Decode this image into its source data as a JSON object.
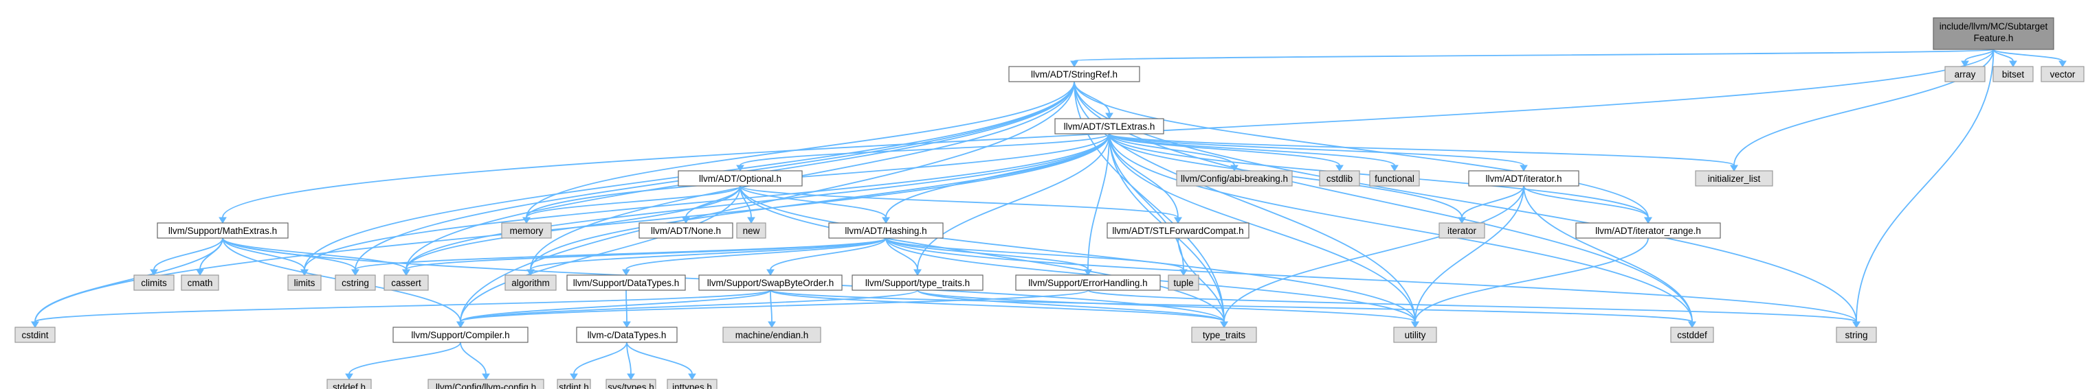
{
  "graph": {
    "title": "include/llvm/MC/SubtargetFeature.h",
    "colors": {
      "edge": "#63b8ff",
      "root_fill": "#999999",
      "header_fill": "#ffffff",
      "header_border": "#666666",
      "system_fill": "#e0e0e0",
      "system_border": "#999999"
    },
    "nodes": [
      {
        "id": "root",
        "label": [
          "include/llvm/MC/Subtarget",
          "Feature.h"
        ],
        "kind": "root"
      },
      {
        "id": "array",
        "label": [
          "array"
        ],
        "kind": "system"
      },
      {
        "id": "bitset",
        "label": [
          "bitset"
        ],
        "kind": "system"
      },
      {
        "id": "vector",
        "label": [
          "vector"
        ],
        "kind": "system"
      },
      {
        "id": "stringref",
        "label": [
          "llvm/ADT/StringRef.h"
        ],
        "kind": "header"
      },
      {
        "id": "stlextras",
        "label": [
          "llvm/ADT/STLExtras.h"
        ],
        "kind": "header"
      },
      {
        "id": "initlist",
        "label": [
          "initializer_list"
        ],
        "kind": "system"
      },
      {
        "id": "optional",
        "label": [
          "llvm/ADT/Optional.h"
        ],
        "kind": "header"
      },
      {
        "id": "abibreaking",
        "label": [
          "llvm/Config/abi-breaking.h"
        ],
        "kind": "system"
      },
      {
        "id": "cstdlib",
        "label": [
          "cstdlib"
        ],
        "kind": "system"
      },
      {
        "id": "functional",
        "label": [
          "functional"
        ],
        "kind": "system"
      },
      {
        "id": "iteratorh",
        "label": [
          "llvm/ADT/iterator.h"
        ],
        "kind": "header"
      },
      {
        "id": "mathextras",
        "label": [
          "llvm/Support/MathExtras.h"
        ],
        "kind": "header"
      },
      {
        "id": "memory",
        "label": [
          "memory"
        ],
        "kind": "system"
      },
      {
        "id": "noneh",
        "label": [
          "llvm/ADT/None.h"
        ],
        "kind": "header"
      },
      {
        "id": "new",
        "label": [
          "new"
        ],
        "kind": "system"
      },
      {
        "id": "hashing",
        "label": [
          "llvm/ADT/Hashing.h"
        ],
        "kind": "header"
      },
      {
        "id": "stlfwd",
        "label": [
          "llvm/ADT/STLForwardCompat.h"
        ],
        "kind": "header"
      },
      {
        "id": "iterator",
        "label": [
          "iterator"
        ],
        "kind": "system"
      },
      {
        "id": "iterrange",
        "label": [
          "llvm/ADT/iterator_range.h"
        ],
        "kind": "header"
      },
      {
        "id": "climits",
        "label": [
          "climits"
        ],
        "kind": "system"
      },
      {
        "id": "cmath",
        "label": [
          "cmath"
        ],
        "kind": "system"
      },
      {
        "id": "limits",
        "label": [
          "limits"
        ],
        "kind": "system"
      },
      {
        "id": "cstring",
        "label": [
          "cstring"
        ],
        "kind": "system"
      },
      {
        "id": "cassert",
        "label": [
          "cassert"
        ],
        "kind": "system"
      },
      {
        "id": "algorithm",
        "label": [
          "algorithm"
        ],
        "kind": "system"
      },
      {
        "id": "datatypes",
        "label": [
          "llvm/Support/DataTypes.h"
        ],
        "kind": "header"
      },
      {
        "id": "swapbyteorder",
        "label": [
          "llvm/Support/SwapByteOrder.h"
        ],
        "kind": "header"
      },
      {
        "id": "typetraitsh",
        "label": [
          "llvm/Support/type_traits.h"
        ],
        "kind": "header"
      },
      {
        "id": "tuple",
        "label": [
          "tuple"
        ],
        "kind": "system"
      },
      {
        "id": "errorhandling",
        "label": [
          "llvm/Support/ErrorHandling.h"
        ],
        "kind": "header"
      },
      {
        "id": "cstdint",
        "label": [
          "cstdint"
        ],
        "kind": "system"
      },
      {
        "id": "compiler",
        "label": [
          "llvm/Support/Compiler.h"
        ],
        "kind": "header"
      },
      {
        "id": "cdatatypes",
        "label": [
          "llvm-c/DataTypes.h"
        ],
        "kind": "header"
      },
      {
        "id": "machineendian",
        "label": [
          "machine/endian.h"
        ],
        "kind": "system"
      },
      {
        "id": "type_traits",
        "label": [
          "type_traits"
        ],
        "kind": "system"
      },
      {
        "id": "utility",
        "label": [
          "utility"
        ],
        "kind": "system"
      },
      {
        "id": "cstddef",
        "label": [
          "cstddef"
        ],
        "kind": "system"
      },
      {
        "id": "string",
        "label": [
          "string"
        ],
        "kind": "system"
      },
      {
        "id": "stddef",
        "label": [
          "stddef.h"
        ],
        "kind": "system"
      },
      {
        "id": "llvmconfig",
        "label": [
          "llvm/Config/llvm-config.h"
        ],
        "kind": "system"
      },
      {
        "id": "stdint",
        "label": [
          "stdint.h"
        ],
        "kind": "system"
      },
      {
        "id": "systypes",
        "label": [
          "sys/types.h"
        ],
        "kind": "system"
      },
      {
        "id": "inttypes",
        "label": [
          "inttypes.h"
        ],
        "kind": "system"
      }
    ],
    "edges": [
      [
        "root",
        "array"
      ],
      [
        "root",
        "bitset"
      ],
      [
        "root",
        "vector"
      ],
      [
        "root",
        "stringref"
      ],
      [
        "root",
        "initlist"
      ],
      [
        "root",
        "string"
      ],
      [
        "root",
        "mathextras"
      ],
      [
        "stringref",
        "stlextras"
      ],
      [
        "stringref",
        "compiler"
      ],
      [
        "stringref",
        "cassert"
      ],
      [
        "stringref",
        "cstring"
      ],
      [
        "stringref",
        "limits"
      ],
      [
        "stringref",
        "memory"
      ],
      [
        "stringref",
        "type_traits"
      ],
      [
        "stringref",
        "utility"
      ],
      [
        "stringref",
        "cstddef"
      ],
      [
        "stringref",
        "string"
      ],
      [
        "stringref",
        "iterrange"
      ],
      [
        "stringref",
        "algorithm"
      ],
      [
        "stlextras",
        "optional"
      ],
      [
        "stlextras",
        "abibreaking"
      ],
      [
        "stlextras",
        "cstdlib"
      ],
      [
        "stlextras",
        "functional"
      ],
      [
        "stlextras",
        "iteratorh"
      ],
      [
        "stlextras",
        "initlist"
      ],
      [
        "stlextras",
        "iterator"
      ],
      [
        "stlextras",
        "iterrange"
      ],
      [
        "stlextras",
        "cstddef"
      ],
      [
        "stlextras",
        "utility"
      ],
      [
        "stlextras",
        "type_traits"
      ],
      [
        "stlextras",
        "tuple"
      ],
      [
        "stlextras",
        "errorhandling"
      ],
      [
        "stlextras",
        "stlfwd"
      ],
      [
        "stlextras",
        "hashing"
      ],
      [
        "stlextras",
        "memory"
      ],
      [
        "stlextras",
        "limits"
      ],
      [
        "stlextras",
        "cassert"
      ],
      [
        "stlextras",
        "cstdint"
      ],
      [
        "stlextras",
        "algorithm"
      ],
      [
        "stlextras",
        "typetraitsh"
      ],
      [
        "optional",
        "noneh"
      ],
      [
        "optional",
        "new"
      ],
      [
        "optional",
        "hashing"
      ],
      [
        "optional",
        "stlfwd"
      ],
      [
        "optional",
        "memory"
      ],
      [
        "optional",
        "cassert"
      ],
      [
        "optional",
        "utility"
      ],
      [
        "optional",
        "type_traits"
      ],
      [
        "optional",
        "compiler"
      ],
      [
        "hashing",
        "datatypes"
      ],
      [
        "hashing",
        "swapbyteorder"
      ],
      [
        "hashing",
        "typetraitsh"
      ],
      [
        "hashing",
        "errorhandling"
      ],
      [
        "hashing",
        "tuple"
      ],
      [
        "hashing",
        "algorithm"
      ],
      [
        "hashing",
        "cassert"
      ],
      [
        "hashing",
        "cstring"
      ],
      [
        "hashing",
        "string"
      ],
      [
        "hashing",
        "utility"
      ],
      [
        "iteratorh",
        "iterrange"
      ],
      [
        "iteratorh",
        "iterator"
      ],
      [
        "iteratorh",
        "cstddef"
      ],
      [
        "iteratorh",
        "type_traits"
      ],
      [
        "iteratorh",
        "utility"
      ],
      [
        "iterrange",
        "utility"
      ],
      [
        "mathextras",
        "climits"
      ],
      [
        "mathextras",
        "cmath"
      ],
      [
        "mathextras",
        "limits"
      ],
      [
        "mathextras",
        "cstring"
      ],
      [
        "mathextras",
        "cassert"
      ],
      [
        "mathextras",
        "cstdint"
      ],
      [
        "mathextras",
        "compiler"
      ],
      [
        "mathextras",
        "type_traits"
      ],
      [
        "stlfwd",
        "type_traits"
      ],
      [
        "datatypes",
        "cdatatypes"
      ],
      [
        "swapbyteorder",
        "compiler"
      ],
      [
        "swapbyteorder",
        "cstddef"
      ],
      [
        "swapbyteorder",
        "cstdint"
      ],
      [
        "swapbyteorder",
        "type_traits"
      ],
      [
        "swapbyteorder",
        "machineendian"
      ],
      [
        "typetraitsh",
        "utility"
      ],
      [
        "typetraitsh",
        "type_traits"
      ],
      [
        "typetraitsh",
        "compiler"
      ],
      [
        "errorhandling",
        "compiler"
      ],
      [
        "errorhandling",
        "string"
      ],
      [
        "compiler",
        "stddef"
      ],
      [
        "compiler",
        "llvmconfig"
      ],
      [
        "cdatatypes",
        "stdint"
      ],
      [
        "cdatatypes",
        "systypes"
      ],
      [
        "cdatatypes",
        "inttypes"
      ]
    ]
  }
}
